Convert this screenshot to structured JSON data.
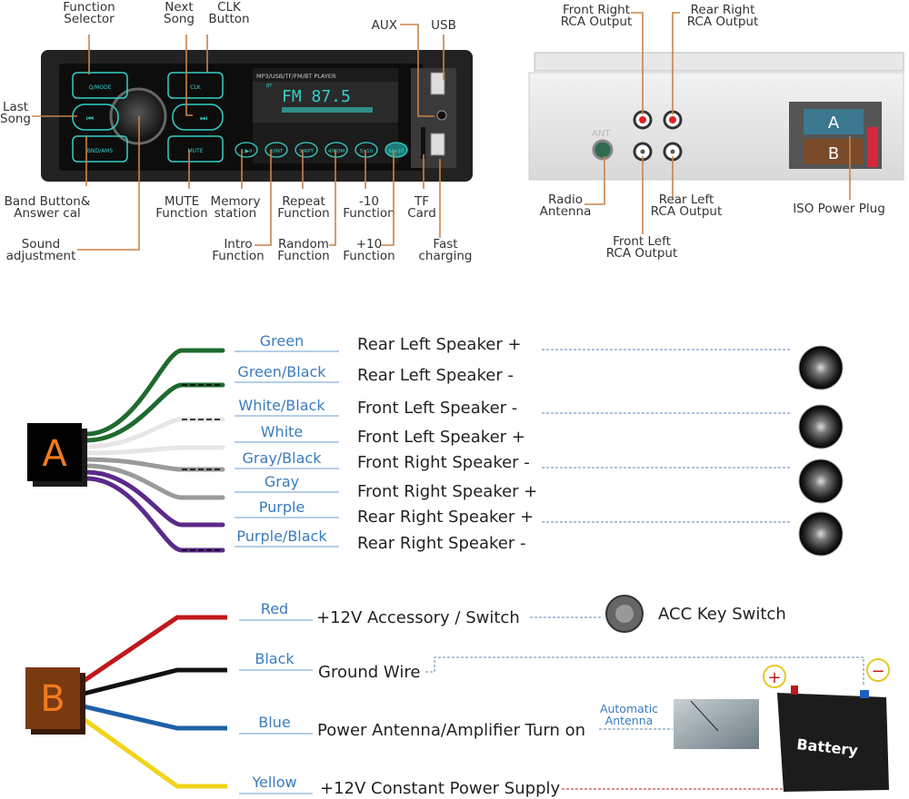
{
  "front_panel": {
    "brand_strip": "MP3/USB/TF/FM/BT PLAYER",
    "display_text": "FM  87.5",
    "display_bt": "BT",
    "buttons": [
      "Q/MODE",
      "CLK",
      "BND/AMS",
      "MUTE",
      "1/▶II",
      "2/INT",
      "3/RPT",
      "4/RDM",
      "5/-10",
      "6/+10"
    ],
    "callouts": [
      {
        "id": "function-selector",
        "lines": [
          "Function",
          "Selector"
        ]
      },
      {
        "id": "next-song",
        "lines": [
          "Next",
          "Song"
        ]
      },
      {
        "id": "clk-button",
        "lines": [
          "CLK",
          "Button"
        ]
      },
      {
        "id": "aux",
        "lines": [
          "AUX"
        ]
      },
      {
        "id": "usb",
        "lines": [
          "USB"
        ]
      },
      {
        "id": "last-song",
        "lines": [
          "Last",
          "Song"
        ]
      },
      {
        "id": "band-button",
        "lines": [
          "Band Button&",
          "Answer cal"
        ]
      },
      {
        "id": "mute-function",
        "lines": [
          "MUTE",
          "Function"
        ]
      },
      {
        "id": "memory-station",
        "lines": [
          "Memory",
          "station"
        ]
      },
      {
        "id": "repeat-function",
        "lines": [
          "Repeat",
          "Function"
        ]
      },
      {
        "id": "minus10-function",
        "lines": [
          "-10",
          "Function"
        ]
      },
      {
        "id": "tf-card",
        "lines": [
          "TF",
          "Card"
        ]
      },
      {
        "id": "sound-adjustment",
        "lines": [
          "Sound",
          "adjustment"
        ]
      },
      {
        "id": "intro-function",
        "lines": [
          "Intro",
          "Function"
        ]
      },
      {
        "id": "random-function",
        "lines": [
          "Random",
          "Function"
        ]
      },
      {
        "id": "plus10-function",
        "lines": [
          "+10",
          "Function"
        ]
      },
      {
        "id": "fast-charging",
        "lines": [
          "Fast",
          "charging"
        ]
      }
    ]
  },
  "rear_panel": {
    "ant_label": "ANT",
    "plug_a": "A",
    "plug_b": "B",
    "callouts": [
      {
        "id": "front-right-rca",
        "lines": [
          "Front Right",
          "RCA Output"
        ]
      },
      {
        "id": "rear-right-rca",
        "lines": [
          "Rear Right",
          "RCA Output"
        ]
      },
      {
        "id": "radio-antenna",
        "lines": [
          "Radio",
          "Antenna"
        ]
      },
      {
        "id": "rear-left-rca",
        "lines": [
          "Rear Left",
          "RCA Output"
        ]
      },
      {
        "id": "front-left-rca",
        "lines": [
          "Front Left",
          "RCA Output"
        ]
      },
      {
        "id": "iso-power-plug",
        "lines": [
          "ISO Power Plug"
        ]
      }
    ]
  },
  "connector_a": {
    "label": "A",
    "wires": [
      {
        "color_name": "Green",
        "color": "#1e6b2e",
        "stripe": null,
        "function": "Rear Left Speaker +"
      },
      {
        "color_name": "Green/Black",
        "color": "#1e6b2e",
        "stripe": "#000000",
        "function": "Rear Left Speaker -"
      },
      {
        "color_name": "White/Black",
        "color": "#e6e6e6",
        "stripe": "#000000",
        "function": "Front Left Speaker -"
      },
      {
        "color_name": "White",
        "color": "#e6e6e6",
        "stripe": null,
        "function": "Front Left Speaker +"
      },
      {
        "color_name": "Gray/Black",
        "color": "#9a9a9a",
        "stripe": "#000000",
        "function": "Front Right Speaker -"
      },
      {
        "color_name": "Gray",
        "color": "#9a9a9a",
        "stripe": null,
        "function": "Front Right Speaker +"
      },
      {
        "color_name": "Purple",
        "color": "#5b2a8a",
        "stripe": null,
        "function": "Rear Right Speaker +"
      },
      {
        "color_name": "Purple/Black",
        "color": "#5b2a8a",
        "stripe": "#000000",
        "function": "Rear Right Speaker -"
      }
    ]
  },
  "connector_b": {
    "label": "B",
    "wires": [
      {
        "color_name": "Red",
        "color": "#c0171b",
        "function": "+12V Accessory / Switch"
      },
      {
        "color_name": "Black",
        "color": "#111111",
        "function": "Ground Wire"
      },
      {
        "color_name": "Blue",
        "color": "#1f5fa8",
        "function": "Power Antenna/Amplifier Turn on"
      },
      {
        "color_name": "Yellow",
        "color": "#f2d31b",
        "function": "+12V Constant Power Supply"
      }
    ],
    "acc_key_switch": "ACC Key Switch",
    "automatic_antenna": [
      "Automatic",
      "Antenna"
    ],
    "battery": "Battery",
    "battery_plus": "+",
    "battery_minus": "−"
  },
  "colors": {
    "callout_line": "#c8844a",
    "wire_label": "#3a7bbf",
    "led": "#35d0c8",
    "dash_blue": "#5b86b5",
    "dash_red": "#c0171b"
  }
}
